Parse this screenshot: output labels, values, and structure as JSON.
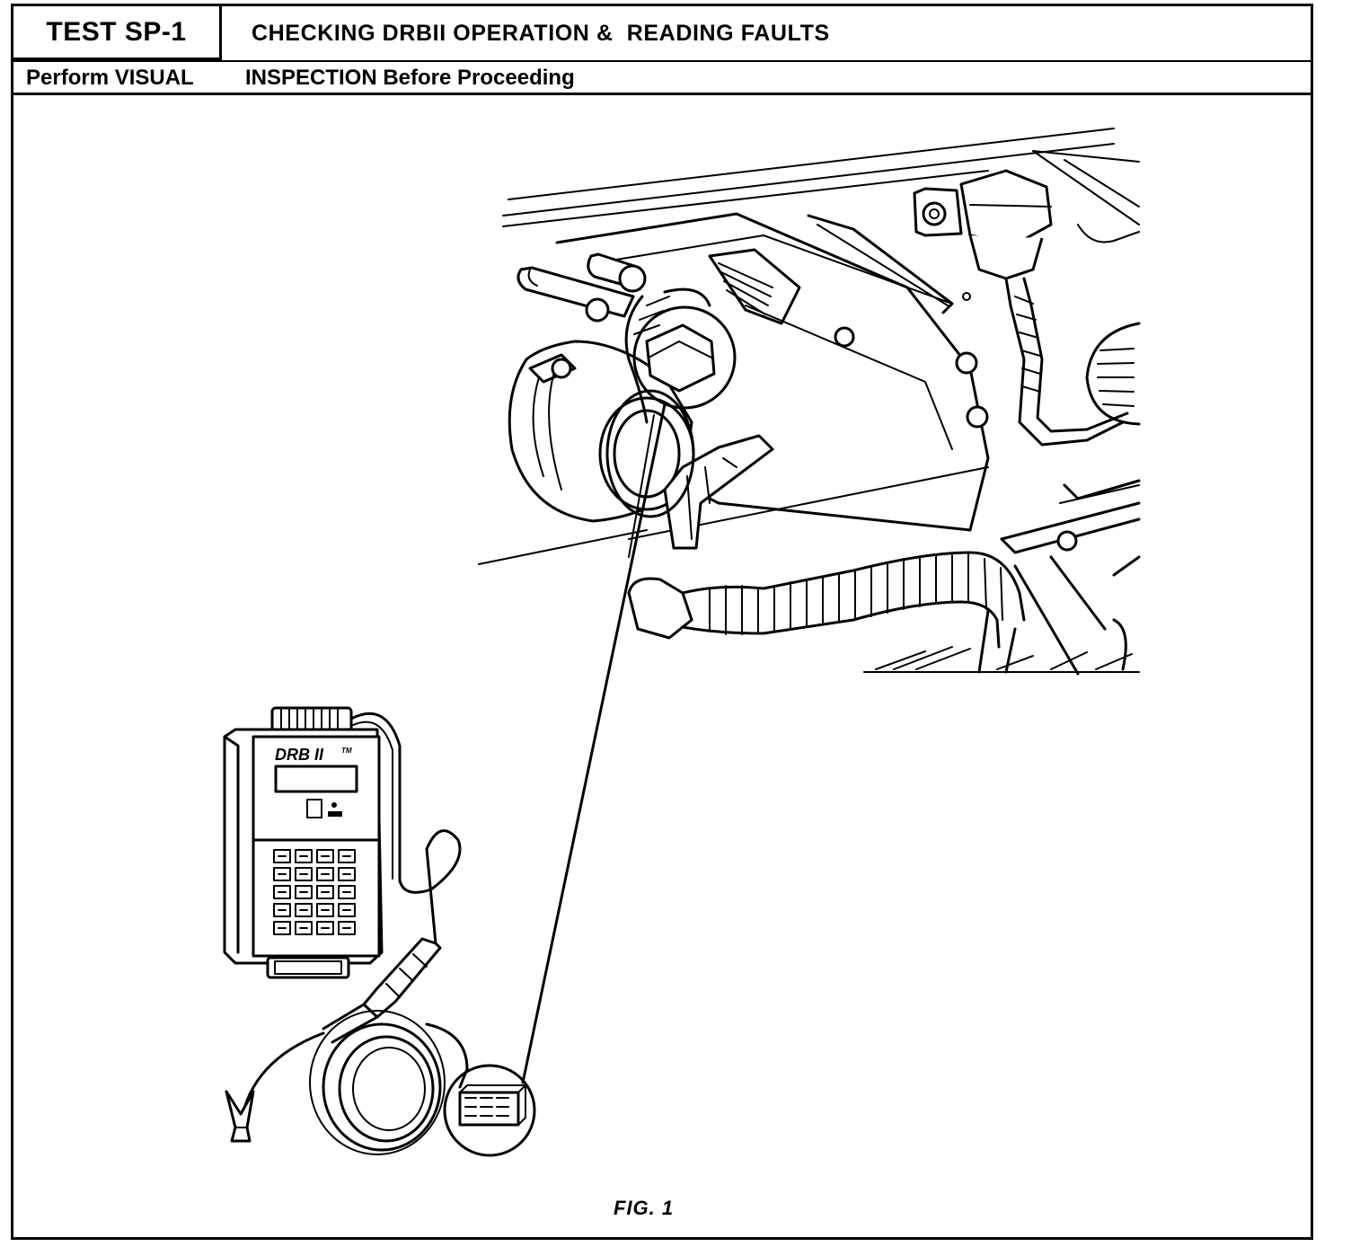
{
  "header": {
    "test_id": "TEST SP-1",
    "title": "CHECKING DRBII OPERATION &  READING FAULTS",
    "sub_left": "Perform VISUAL",
    "sub_right": "INSPECTION Before Proceeding"
  },
  "figure": {
    "caption": "FIG. 1",
    "tool_label": "DRB II",
    "tool_label_suffix": "TM"
  }
}
